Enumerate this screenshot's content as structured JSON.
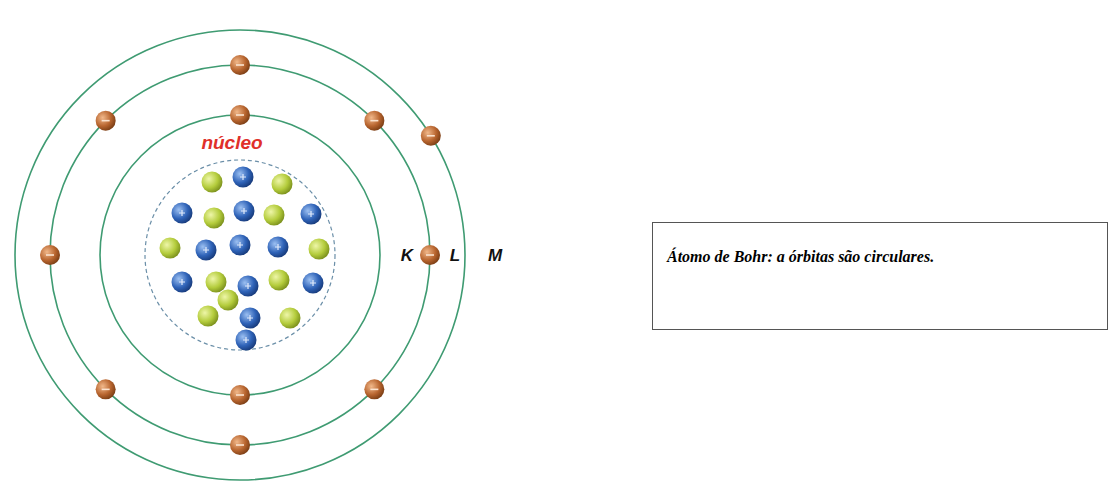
{
  "diagram": {
    "nodes": [
      {
        "text": [
          "Átomo de Bohr: a órbitas são circulares."
        ]
      }
    ],
    "labels": [
      "núcleo",
      "K",
      "L",
      "M"
    ]
  }
}
